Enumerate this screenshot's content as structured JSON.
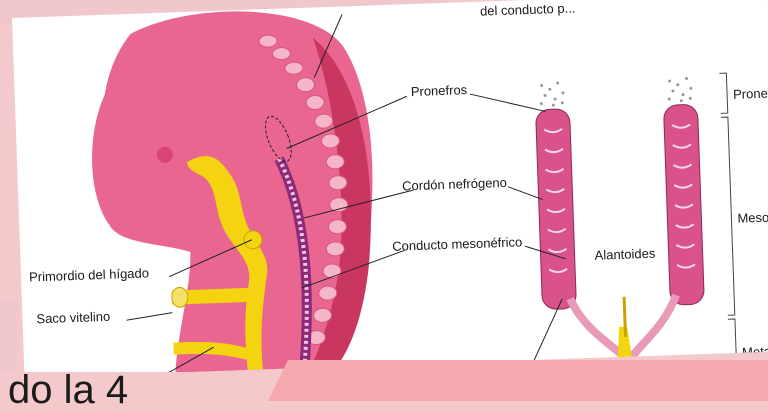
{
  "labels": {
    "top_partial": "del conducto p...",
    "pronefros": "Pronefros",
    "cordon": "Cordón nefrógeno",
    "conducto": "Conducto mesonéfrico",
    "alantoides": "Alantoides",
    "primordio": "Primordio del hígado",
    "saco": "Saco vitelino",
    "right_pronefros": "Pronefros",
    "right_meso": "Mesonefr",
    "right_meta": "Metanefr"
  },
  "slide_fragment_text": "do la 4",
  "colors": {
    "pink_bg": "#f3c9cc",
    "embryo_pink": "#e8668f",
    "embryo_dark": "#c9365f",
    "yolk_yellow": "#f4d410",
    "kidney_pink": "#d9538a",
    "accent_pink": "#f4a9ae"
  }
}
